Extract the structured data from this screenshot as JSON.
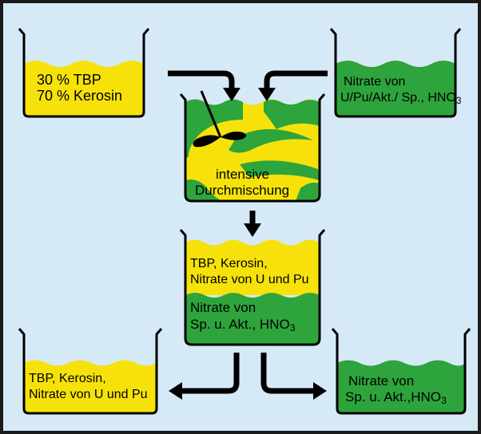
{
  "colors": {
    "background": "#d6e9f6",
    "frame": "#1a1a1a",
    "yellow": "#f6e20a",
    "green": "#2ea43c",
    "outline": "#000000"
  },
  "containers": {
    "solvent": {
      "line1": "30 % TBP",
      "line2": "70 % Kerosin"
    },
    "feed": {
      "line1": "Nitrate von",
      "line2_prefix": "U/Pu/Akt./ Sp., HNO",
      "line2_sub": "3"
    },
    "mixer": {
      "line1": "intensive",
      "line2": "Durchmischung"
    },
    "settler": {
      "upper_line1": "TBP, Kerosin,",
      "upper_line2": "Nitrate von U und Pu",
      "lower_line1": "Nitrate von",
      "lower_line2_prefix": "Sp. u. Akt., HNO",
      "lower_line2_sub": "3"
    },
    "organic_out": {
      "line1": "TBP, Kerosin,",
      "line2": "Nitrate von U und Pu"
    },
    "aqueous_out": {
      "line1": "Nitrate von",
      "line2_prefix": "Sp. u. Akt.,HNO",
      "line2_sub": "3"
    }
  }
}
